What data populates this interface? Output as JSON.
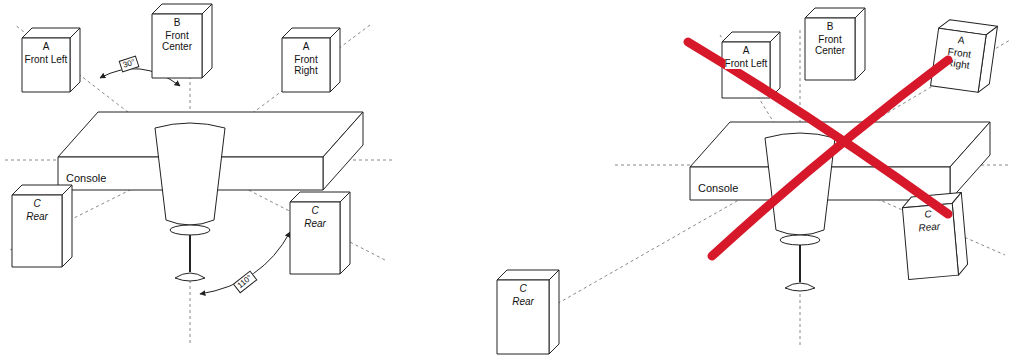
{
  "diagram": {
    "nodes": [
      {
        "text": [
          "A",
          "Front Left"
        ]
      },
      {
        "text": [
          "B",
          "Front Center"
        ]
      },
      {
        "text": [
          "A",
          "Front Right"
        ]
      },
      {
        "text": [
          "Console"
        ]
      },
      {
        "text": [
          "C",
          "Rear"
        ]
      },
      {
        "text": [
          "C",
          "Rear"
        ]
      },
      {
        "text": [
          "A",
          "Front Left"
        ]
      },
      {
        "text": [
          "B",
          "Front Center"
        ]
      },
      {
        "text": [
          "A",
          "Front Right"
        ]
      },
      {
        "text": [
          "Console"
        ]
      },
      {
        "text": [
          "C",
          "Rear"
        ]
      },
      {
        "text": [
          "C",
          "Rear"
        ]
      }
    ],
    "labels": [
      "30°",
      "110°"
    ]
  }
}
